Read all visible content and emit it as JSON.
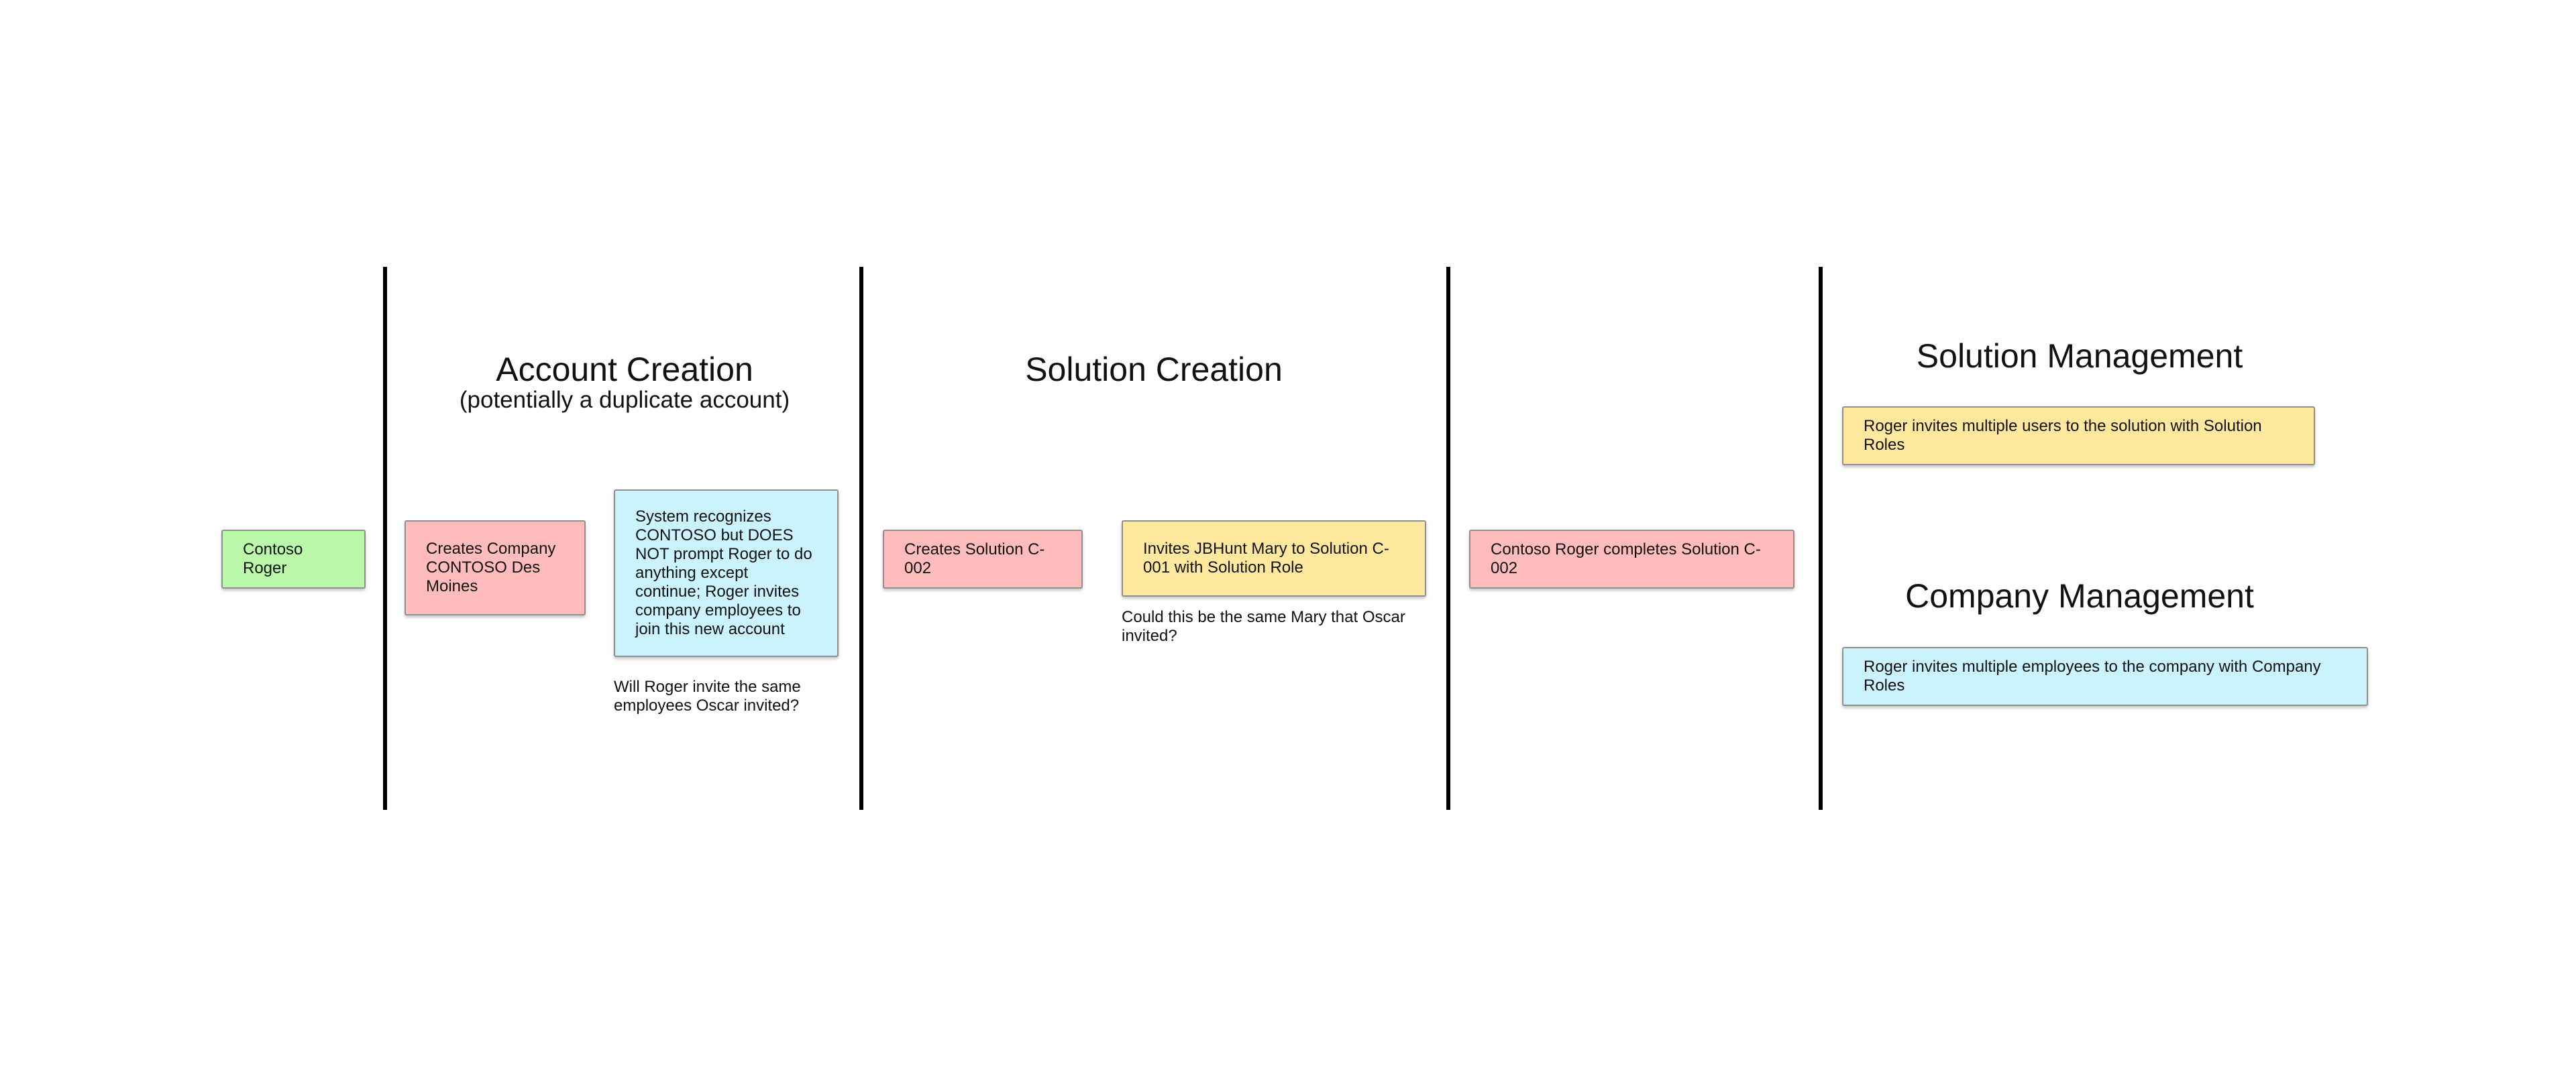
{
  "colors": {
    "green": "#bbf7a8",
    "red": "#ffbcbc",
    "cyan": "#cbf3fd",
    "yellow": "#fde89d",
    "divider": "#000000"
  },
  "sections": {
    "account_creation": {
      "title": "Account Creation",
      "subtitle": "(potentially a duplicate account)"
    },
    "solution_creation": {
      "title": "Solution Creation"
    },
    "solution_management": {
      "title": "Solution Management"
    },
    "company_management": {
      "title": "Company Management"
    }
  },
  "stickies": {
    "contoso_roger": "Contoso Roger",
    "creates_company": "Creates Company CONTOSO Des Moines",
    "system_recognizes": "System recognizes CONTOSO but DOES NOT prompt Roger to do anything except continue; Roger invites company employees to join this new account",
    "creates_solution": "Creates Solution C-002",
    "invites_mary": "Invites JBHunt Mary to Solution C-001 with Solution Role",
    "completes_solution": "Contoso Roger completes Solution C-002",
    "invites_users": "Roger invites multiple users to the solution with Solution Roles",
    "invites_employees": "Roger invites multiple employees to the company with Company Roles"
  },
  "notes": {
    "same_employees": "Will Roger invite the same employees Oscar invited?",
    "same_mary": "Could this be the same Mary that Oscar invited?"
  }
}
